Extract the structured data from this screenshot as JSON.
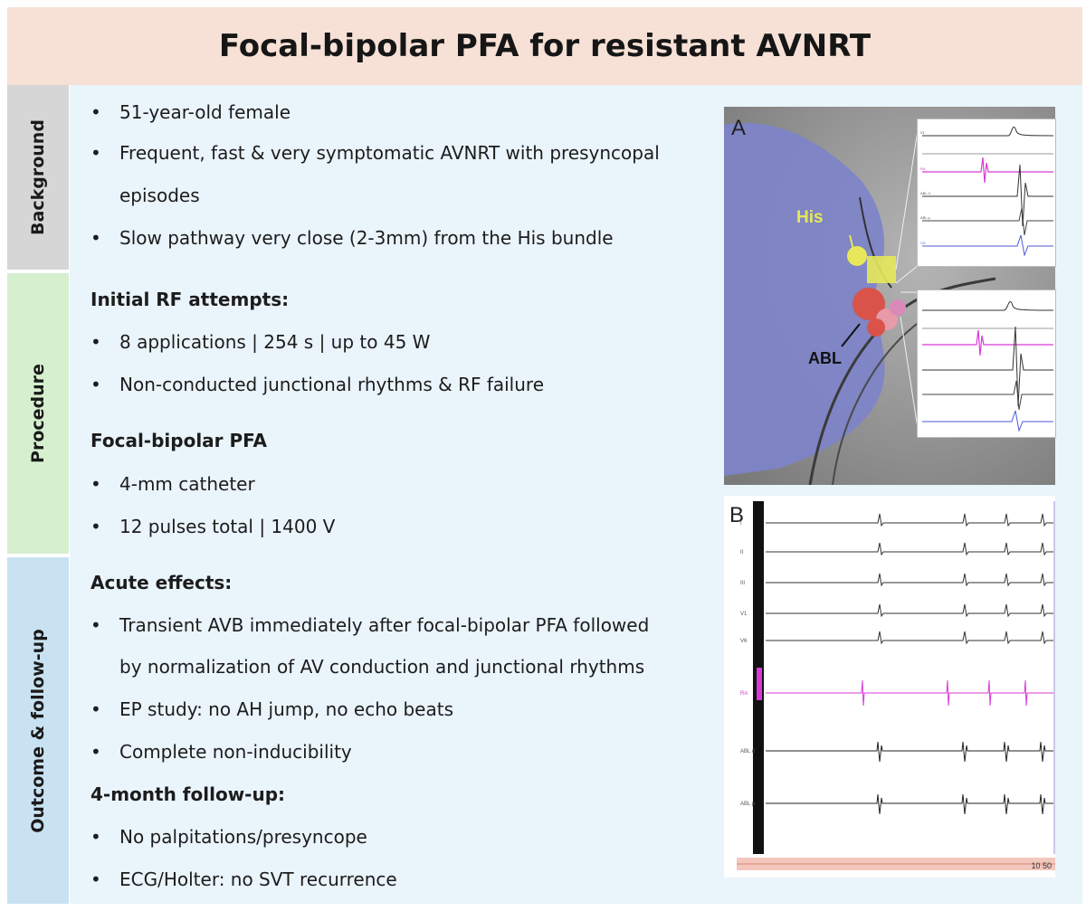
{
  "title": "Focal-bipolar PFA for resistant AVNRT",
  "sections": {
    "background": "Background",
    "procedure": "Procedure",
    "outcome": "Outcome & follow-up"
  },
  "background_items": [
    "51-year-old female",
    "Frequent, fast & very symptomatic AVNRT with presyncopal",
    "episodes",
    "Slow pathway very close (2-3mm) from the His bundle"
  ],
  "procedure": {
    "rf_heading": "Initial RF attempts:",
    "rf_items": [
      "8 applications | 254 s | up to 45 W",
      "Non-conducted junctional rhythms & RF failure"
    ],
    "pfa_heading": "Focal-bipolar PFA",
    "pfa_items": [
      "4-mm catheter",
      "12 pulses total | 1400 V"
    ]
  },
  "outcome": {
    "acute_heading": "Acute effects:",
    "acute_items": [
      "Transient AVB immediately after focal-bipolar PFA followed",
      "by normalization of AV conduction and junctional rhythms",
      "EP study: no AH jump, no echo beats",
      "Complete non-inducibility"
    ],
    "followup_heading": "4-month follow-up:",
    "followup_items": [
      "No palpitations/presyncope",
      "ECG/Holter: no SVT recurrence"
    ]
  },
  "figure": {
    "panel_a_label": "A",
    "panel_b_label": "B",
    "his_label": "His",
    "abl_label": "ABL",
    "inset_lead_labels": [
      "V1",
      "RA",
      "ABL d",
      "ABL p",
      "CS"
    ],
    "ecg_lead_labels": [
      "I",
      "II",
      "III",
      "V1",
      "V6",
      "RA",
      "ABL d",
      "ABL p"
    ],
    "timebar_label": "10 50",
    "colors": {
      "map_blue": "#7d83c9",
      "his_yellow": "#e6e85a",
      "abl_red": "#d9534a",
      "ra_magenta": "#d63ad6"
    }
  }
}
